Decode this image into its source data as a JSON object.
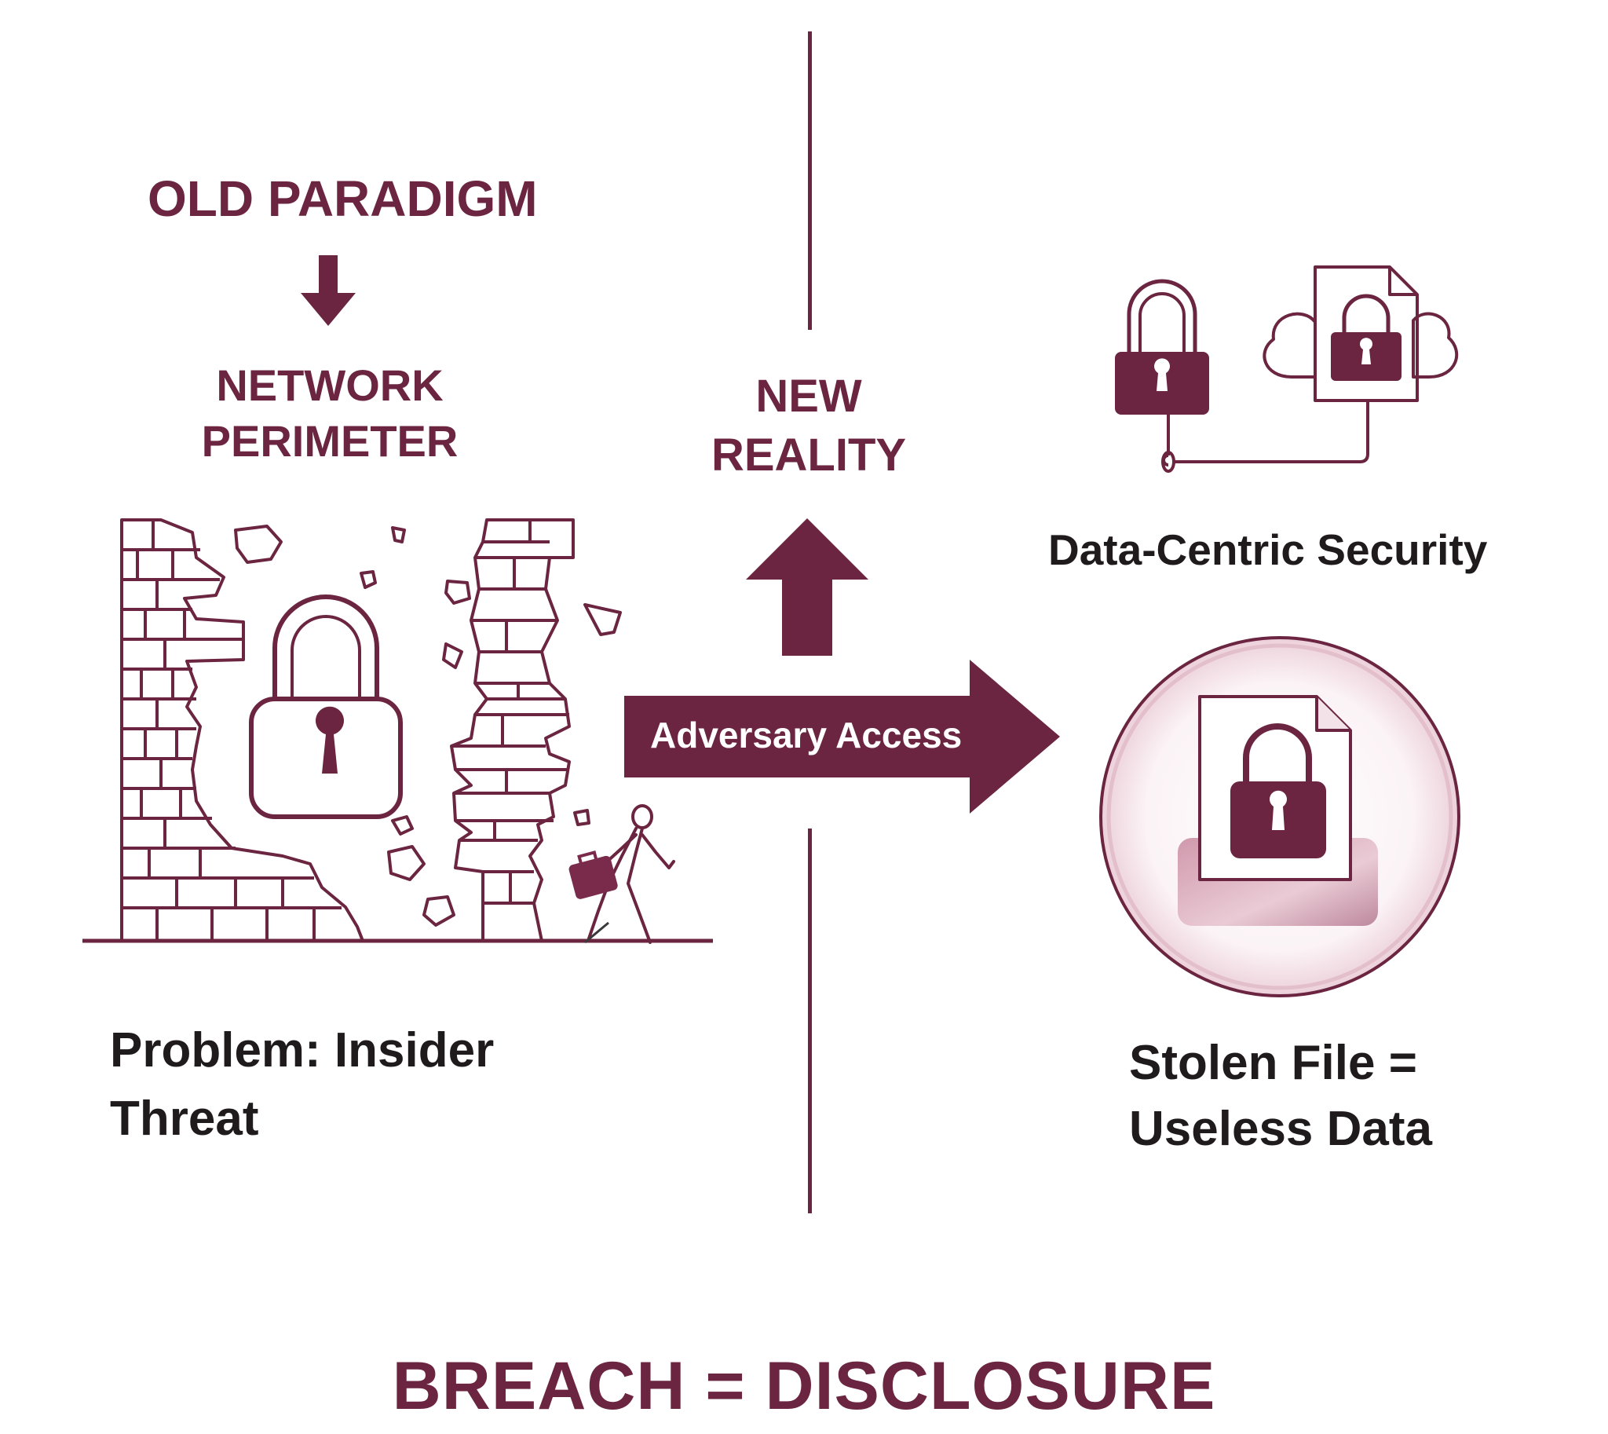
{
  "colors": {
    "accent": "#6b2540",
    "text": "#1f1a1c",
    "background": "#ffffff",
    "glow": "#eed5dd"
  },
  "old_paradigm": {
    "title": "OLD PARADIGM",
    "subtitle_line1": "NETWORK",
    "subtitle_line2": "PERIMETER",
    "problem_line1": "Problem: Insider",
    "problem_line2": "Threat"
  },
  "new_reality": {
    "line1": "NEW",
    "line2": "REALITY"
  },
  "arrow_label": "Adversary Access",
  "data_centric": {
    "label": "Data-Centric Security"
  },
  "outcome": {
    "line1": "Stolen File =",
    "line2": "Useless Data"
  },
  "footer": {
    "headline": "BREACH = DISCLOSURE"
  },
  "icons": [
    "down-arrow-icon",
    "broken-brick-wall-icon",
    "padlock-icon",
    "walking-person-with-briefcase-icon",
    "up-arrow-icon",
    "right-arrow-icon",
    "cloud-document-lock-icon",
    "locked-file-icon"
  ]
}
